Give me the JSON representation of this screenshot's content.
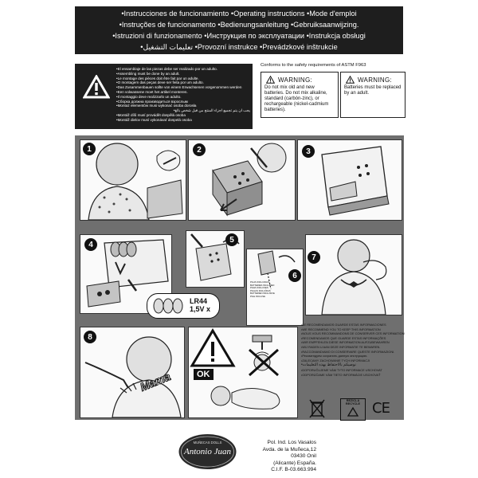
{
  "header": {
    "lines": [
      "•Instrucciones de funcionamiento •Operating instructions •Mode d'emploi",
      "•Instruções de funcionamento •Bedienungsanleitung •Gebruiksaanwijzing.",
      "•Istruzioni di funzionamento •Инструкция по эксплуатации •Instrukcja obsługi",
      "•تعليمات التشغيل •Provozní instrukce •Prevádzkové inštrukcie"
    ]
  },
  "assembly_warning": {
    "lines": [
      "•El ensamblaje de las piezas debe ser realizado por un adulto.",
      "•Assembling must be done by an adult.",
      "•Le montage des pièces doit être fait par un adulte.",
      "•O montagem das peças deve ser feita por um adulto.",
      "•Das Zusammenbauen sollte von einem Erwachsenen vorgenommen werden",
      "•Een volwassene moet het artikel monteren.",
      "•Il montaggio deve realizzarlo un adulto.",
      "•Сборка должна производиться взрослым",
      "•Montaż elementów musi wykonać osoba dorosła",
      "•يجب أن يتم تجميع أجزاء المنتج من قبل شخص بالغ",
      "•Montáž dílů musí provádět dospělá osoba",
      "•Montáž dielov musí vykonávať dospelá osoba"
    ]
  },
  "conformity": "Conforms to the safety requirements of ASTM F963",
  "battery_warnings": [
    {
      "heading": "WARNING:",
      "text": "Do not mix old and new batteries. Do not mix alkaline, standard (carbón-zinc), or rechargeable (nickel-cadmium batteries)."
    },
    {
      "heading": "WARNING:",
      "text": "Batteries must be replaced by an adult."
    }
  ],
  "steps": [
    "1",
    "2",
    "3",
    "4",
    "5",
    "6",
    "7",
    "8"
  ],
  "battery_type": {
    "model": "LR44",
    "voltage": "1,5V x"
  },
  "step6_card": [
    "PILAS INCLUIDAS",
    "BATTERIES INCLUDED",
    "PILES INCLUSES",
    "PILHAS INCLUÍDAS",
    "BATTERIEN INKLUSIVE",
    "PILE INCLUSE"
  ],
  "ok_label": "OK",
  "mama_label": "Mama",
  "keep_notice": [
    "•LE RECOMENDAMOS GUARDE ESTAS INFORMACIONES",
    "•WE RECOMMEND YOU TO KEEP THIS INFORMATION",
    "•NOUS VOUS RECOMMANDONS DE CONSERVER CES INFORMATIONS.",
    "•RECOMENDAMOS QUE GUARDE ESTAS INFORMAÇÕES",
    "•WIR EMPFEHLEN DIESE INFORMATION AUFZUBEWAHREN",
    "•WIJ RADEN U AAN DEZE INFORMATIE TE BEWAREN.",
    "•RACCOMANDIAMO DI CONSERVARE QUESTE INFORMAZIONI.",
    "•Рекомендуем сохранить данную инструкцию.",
    "•ZALECAMY ZACHOWANIE TYCH INFORMACJI",
    "•نوصيكم بالاحتفاظ بهذه التعليمات",
    "•DOPORUČUJEME VÁM TYTO INFORMACE USCHOVAT",
    "•ODPORÚČAME VÁM TIETO INFORMÁCIE USCHOVAŤ"
  ],
  "recycle_label": "REZICLA\nRECYCLE",
  "ce_mark": "CE",
  "brand": {
    "top": "MUÑECAS DOLLS",
    "name": "Antonio Juan"
  },
  "address": [
    "Pol. Ind. Los Vasalos",
    "Avda. de la Muñeca,12",
    "03430 Onil",
    "(Alicante) España.",
    "C.I.F. B-03.663.994"
  ],
  "colors": {
    "dark_panel": "#1e1e1e",
    "instructions_bg": "#6f6f6f"
  }
}
